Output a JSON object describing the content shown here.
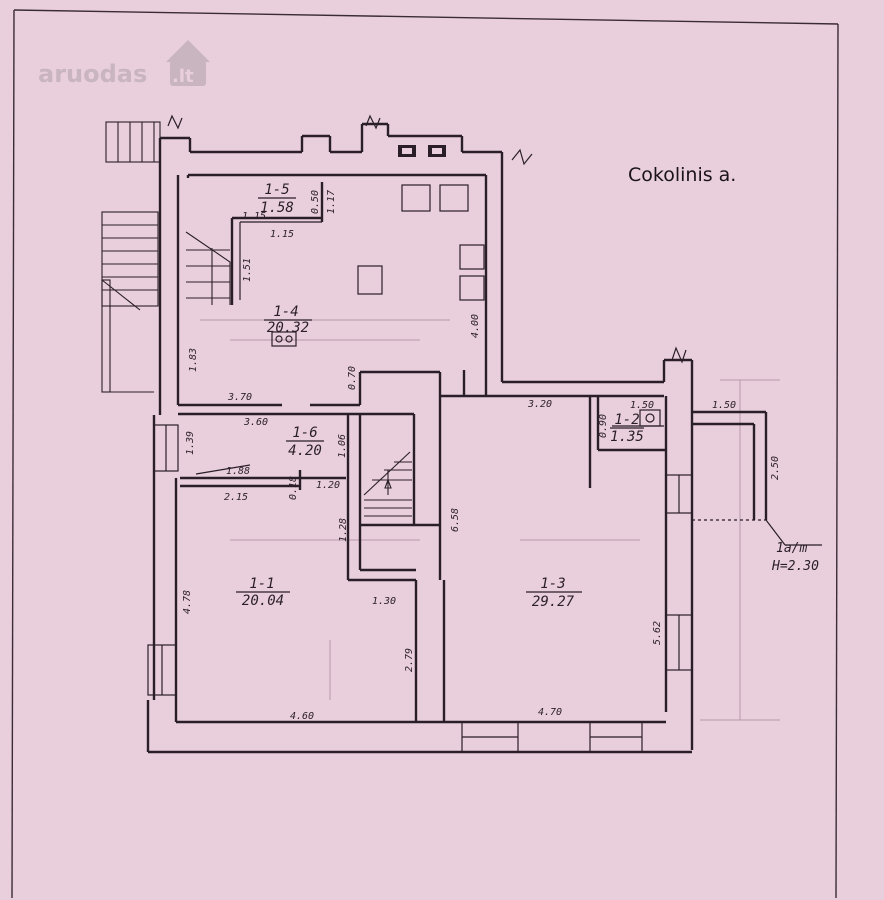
{
  "logo": {
    "name": "aruodas",
    "tld": ".lt"
  },
  "title": "Cokolinis a.",
  "rooms": [
    {
      "id": "1-5",
      "area": "1.58"
    },
    {
      "id": "1-4",
      "area": "20.32"
    },
    {
      "id": "1-6",
      "area": "4.20"
    },
    {
      "id": "1-2",
      "area": "1.35"
    },
    {
      "id": "1-1",
      "area": "20.04"
    },
    {
      "id": "1-3",
      "area": "29.27"
    }
  ],
  "dimensions": {
    "d_1_15a": "1.15",
    "d_1_15b": "1.15",
    "d_0_50": "0.50",
    "d_1_17": "1.17",
    "d_1_51": "1.51",
    "d_1_83": "1.83",
    "d_3_70": "3.70",
    "d_0_70": "0.70",
    "d_4_00": "4.00",
    "d_3_60": "3.60",
    "d_1_39": "1.39",
    "d_1_06": "1.06",
    "d_1_88": "1.88",
    "d_2_15": "2.15",
    "d_0_18": "0.18",
    "d_1_20": "1.20",
    "d_3_20": "3.20",
    "d_0_90": "0.90",
    "d_1_50a": "1.50",
    "d_1_50b": "1.50",
    "d_2_50": "2.50",
    "d_6_58": "6.58",
    "d_1_28": "1.28",
    "d_4_78": "4.78",
    "d_1_30": "1.30",
    "d_2_79": "2.79",
    "d_5_62": "5.62",
    "d_4_60": "4.60",
    "d_4_70": "4.70"
  },
  "annotation": {
    "label": "1a/m",
    "height": "H=2.30"
  }
}
